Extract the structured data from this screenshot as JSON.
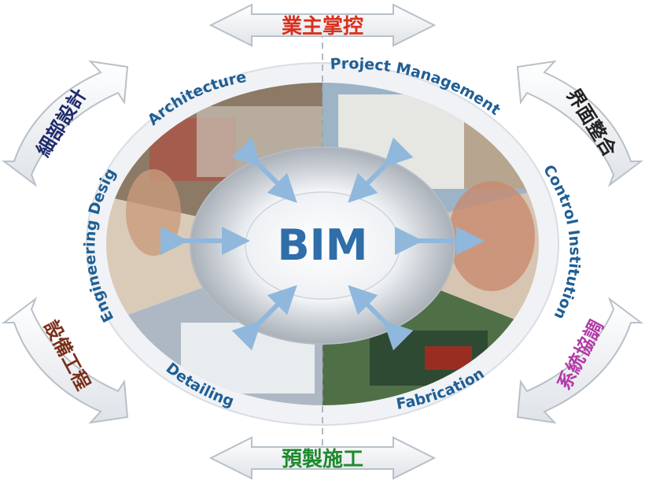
{
  "center_label": "BIM",
  "ring_labels": {
    "architecture": "Architecture",
    "project_management": "Project Management",
    "control_institution": "Control Institution",
    "fabrication": "Fabrication",
    "detailing": "Detailing",
    "engineering_design": "Engineering Design"
  },
  "outer_labels": {
    "top": "業主掌控",
    "top_right": "界面整合",
    "bottom_right": "系統協調",
    "bottom": "預製施工",
    "bottom_left": "設備工程",
    "top_left": "細部設計"
  },
  "colors": {
    "top": "#d9301d",
    "top_right": "#222222",
    "bottom_right": "#b33aa8",
    "bottom": "#1e8a2e",
    "bottom_left": "#7a2f1a",
    "top_left": "#1f2a6b",
    "ring_text": "#1f5f95",
    "bim": "#2f6ea8"
  }
}
